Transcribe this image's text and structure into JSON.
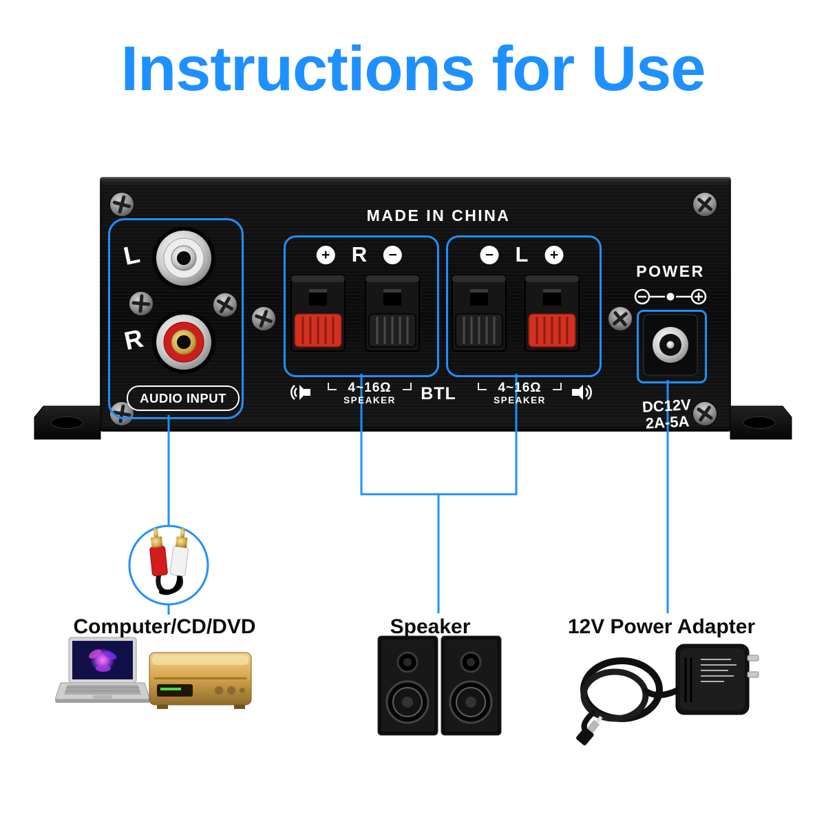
{
  "title": "Instructions for Use",
  "panel": {
    "made_in_label": "MADE IN CHINA",
    "audio_input_label": "AUDIO INPUT",
    "rca_left_label": "L",
    "rca_right_label": "R",
    "right_channel": {
      "plus": "+",
      "letter": "R",
      "minus": "−"
    },
    "left_channel": {
      "minus": "−",
      "letter": "L",
      "plus": "+"
    },
    "speaker_spec": "4~16Ω",
    "speaker_word": "SPEAKER",
    "btl_label": "BTL",
    "power_label": "POWER",
    "dc_voltage_label": "DC12V",
    "dc_current_label": "2A-5A"
  },
  "callouts": {
    "source": {
      "label": "Computer/CD/DVD"
    },
    "speaker": {
      "label": "Speaker"
    },
    "power_adapter": {
      "label": "12V Power Adapter"
    }
  },
  "colors": {
    "accent_blue": "#1e90ff",
    "terminal_red": "#d23122",
    "rca_red": "#cf1d1d",
    "panel_black": "#101010"
  }
}
